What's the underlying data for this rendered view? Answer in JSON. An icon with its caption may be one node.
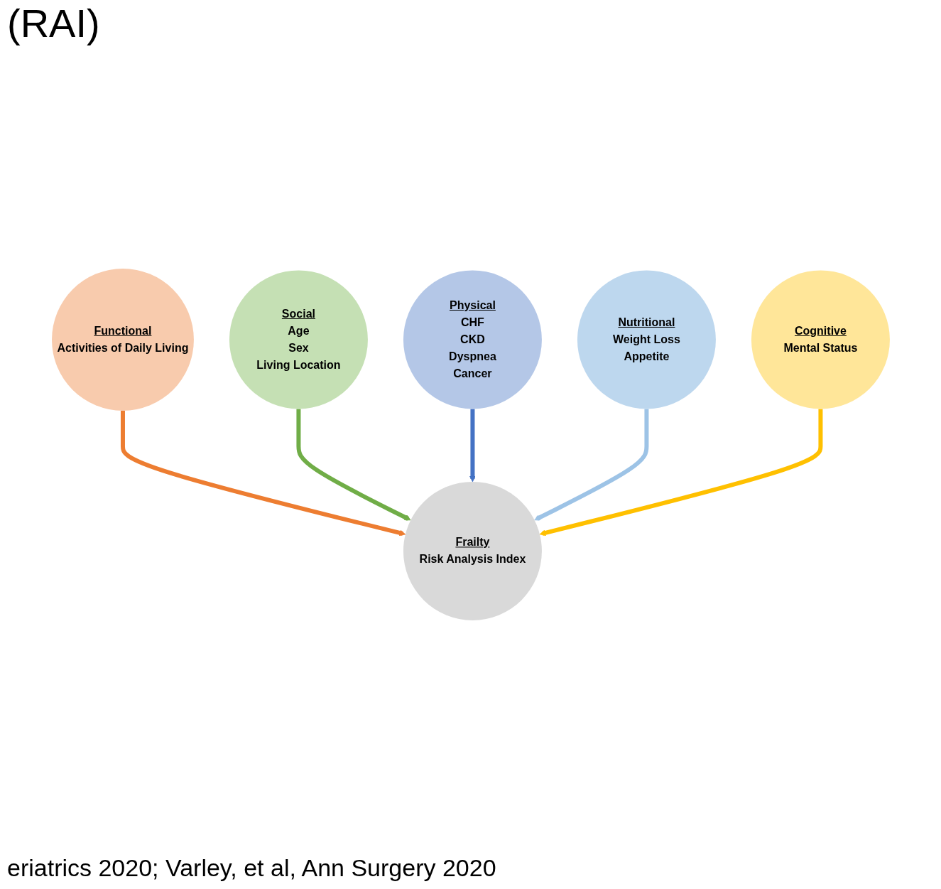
{
  "diagram": {
    "nodes": [
      {
        "text": [
          "Functional",
          "Activities of Daily Living"
        ]
      },
      {
        "text": [
          "Social",
          "Age",
          "Sex",
          "Living Location"
        ]
      },
      {
        "text": [
          "Frailty",
          "Risk Analysis Index"
        ]
      },
      {
        "text": [
          "Physical",
          "CHF",
          "CKD",
          "Dyspnea",
          "Cancer"
        ]
      },
      {
        "text": [
          "Nutritional",
          "Weight Loss",
          "Appetite"
        ]
      },
      {
        "text": [
          "Cognitive",
          "Mental Status"
        ]
      }
    ],
    "edges": [
      {
        "from": 0,
        "to": 2,
        "arrow": "to",
        "color": "#ed7d31"
      },
      {
        "from": 1,
        "to": 2,
        "arrow": "to",
        "color": "#70ad47"
      },
      {
        "from": 3,
        "to": 2,
        "arrow": "to",
        "color": "#4472c4"
      },
      {
        "from": 4,
        "to": 2,
        "arrow": "to",
        "color": "#9dc3e6"
      },
      {
        "from": 5,
        "to": 2,
        "arrow": "to",
        "color": "#ffc000"
      }
    ],
    "labels": [
      "(RAI)",
      "eriatrics 2020; Varley, et al, Ann Surgery 2020"
    ]
  }
}
